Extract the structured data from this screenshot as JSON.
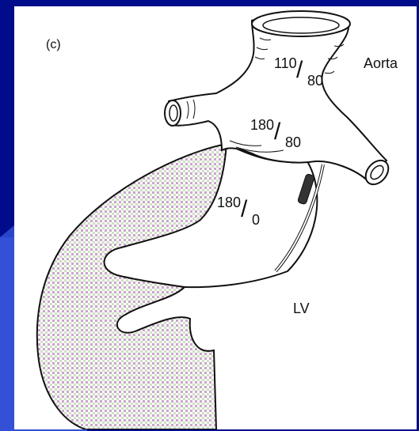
{
  "colors": {
    "slide_background": "#000c8c",
    "slide_accent": "#3350d6",
    "panel": "#ffffff",
    "ventricle_hatch": "#c9a6c9",
    "line": "#111111"
  },
  "figure": {
    "panel_label": "(c)",
    "aorta_label": "Aorta",
    "lv_label": "LV",
    "pressures": [
      {
        "systolic": "110",
        "diastolic": "80"
      },
      {
        "systolic": "180",
        "diastolic": "80"
      },
      {
        "systolic": "180",
        "diastolic": "0"
      }
    ]
  }
}
